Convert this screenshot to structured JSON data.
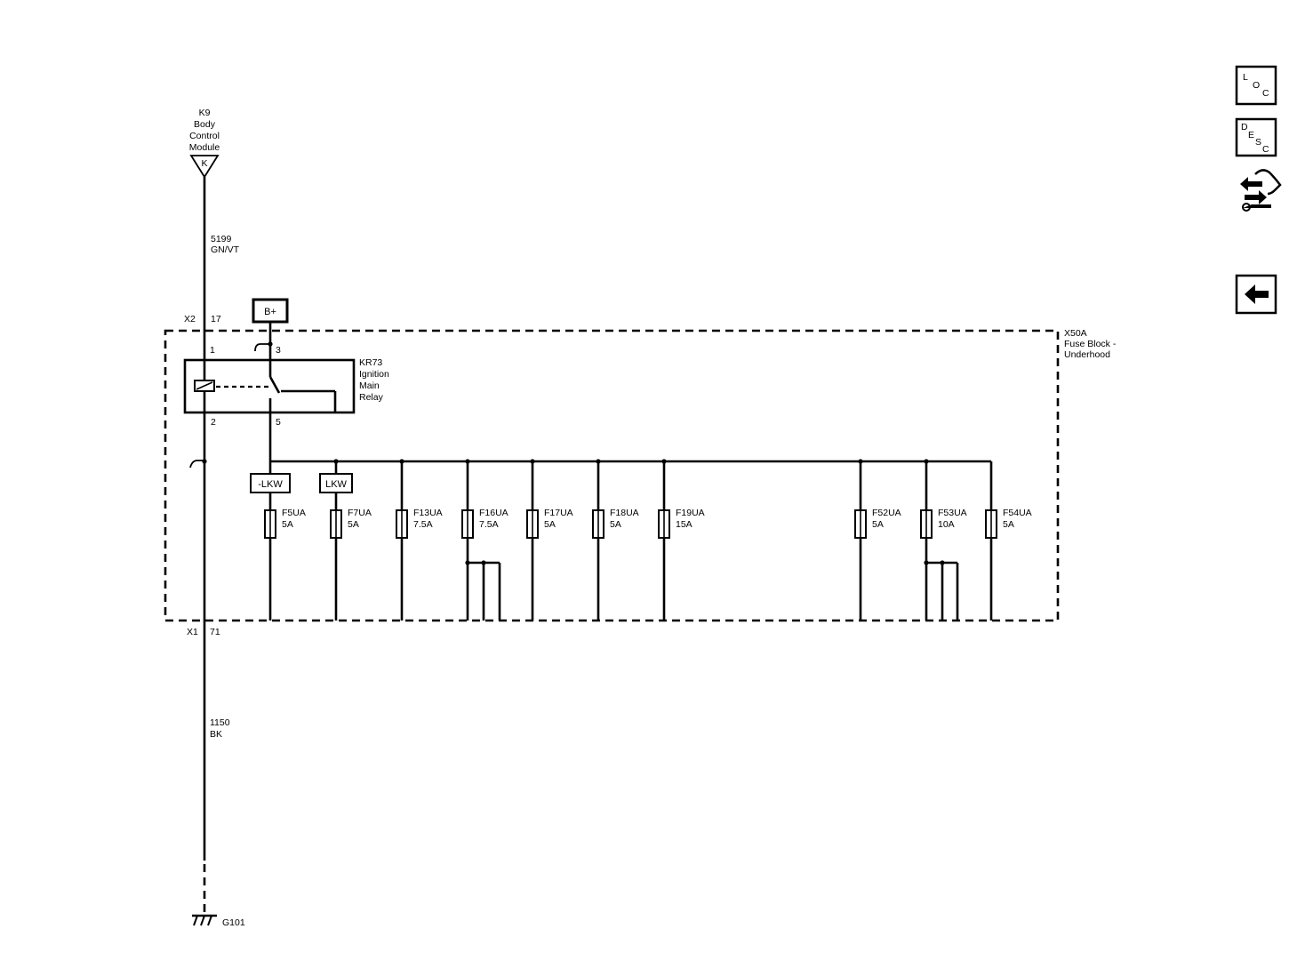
{
  "module": {
    "ref": "K9",
    "line1": "Body",
    "line2": "Control",
    "line3": "Module",
    "connector_letter": "K"
  },
  "wire_top": {
    "circuit": "5199",
    "color": "GN/VT"
  },
  "pin_x2": {
    "connector": "X2",
    "pin": "17"
  },
  "battery_box": {
    "label": "B+"
  },
  "fuse_block": {
    "ref": "X50A",
    "line1": "Fuse Block -",
    "line2": "Underhood"
  },
  "relay": {
    "ref": "KR73",
    "line1": "Ignition",
    "line2": "Main",
    "line3": "Relay",
    "pin1": "1",
    "pin2": "2",
    "pin3": "3",
    "pin5": "5"
  },
  "lkw_tags": [
    "-LKW",
    "LKW"
  ],
  "fuses": [
    {
      "name": "F5UA",
      "rating": "5A"
    },
    {
      "name": "F7UA",
      "rating": "5A"
    },
    {
      "name": "F13UA",
      "rating": "7.5A"
    },
    {
      "name": "F16UA",
      "rating": "7.5A"
    },
    {
      "name": "F17UA",
      "rating": "5A"
    },
    {
      "name": "F18UA",
      "rating": "5A"
    },
    {
      "name": "F19UA",
      "rating": "15A"
    },
    {
      "name": "F52UA",
      "rating": "5A"
    },
    {
      "name": "F53UA",
      "rating": "10A"
    },
    {
      "name": "F54UA",
      "rating": "5A"
    }
  ],
  "pin_x1": {
    "connector": "X1",
    "pin": "71"
  },
  "wire_bottom": {
    "circuit": "1150",
    "color": "BK"
  },
  "ground": {
    "ref": "G101"
  },
  "nav": {
    "loc": {
      "a": "L",
      "b": "O",
      "c": "C"
    },
    "desc": {
      "a": "D",
      "b": "E",
      "c": "S",
      "d": "C"
    },
    "swap_icon": "connector-swap-icon",
    "back_icon": "back-arrow-icon"
  }
}
